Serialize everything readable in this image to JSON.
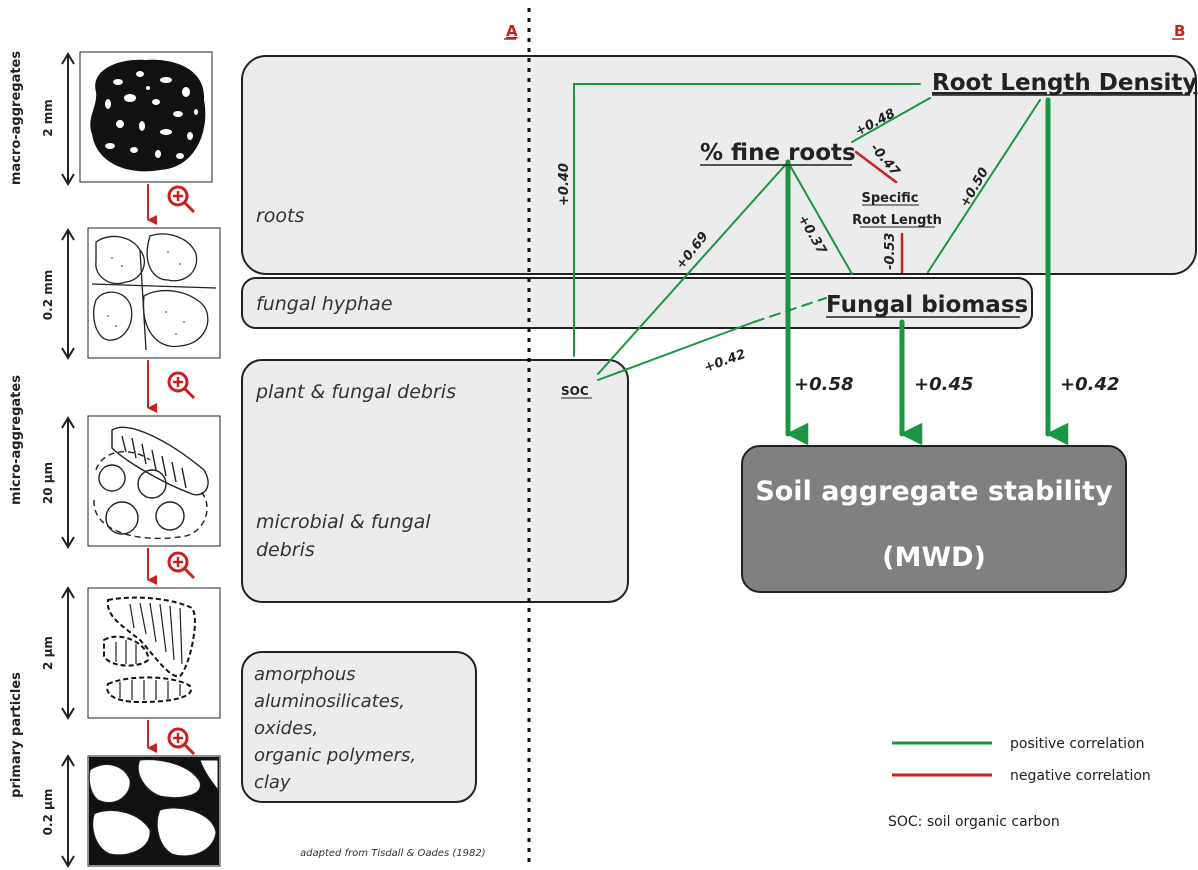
{
  "panels": {
    "a_label": "A",
    "b_label": "B",
    "accent_red": "#cc1f1f",
    "positive_green": "#1a9641",
    "negative_red": "#cc1f1f"
  },
  "scale": {
    "categories": [
      "macro-aggregates",
      "micro-aggregates",
      "primary particles"
    ],
    "sizes": [
      "2 mm",
      "0.2 mm",
      "20 µm",
      "2 µm",
      "0.2 µm"
    ]
  },
  "components": {
    "roots": "roots",
    "fungal_hyphae": "fungal hyphae",
    "debris_1": "plant & fungal debris",
    "debris_2a": "microbial & fungal",
    "debris_2b": "debris",
    "primary_1": "amorphous",
    "primary_2": "aluminosilicates,",
    "primary_3": "oxides,",
    "primary_4": "organic polymers,",
    "primary_5": "clay",
    "citation": "adapted from Tisdall & Oades (1982)"
  },
  "nodes": {
    "rld": "Root Length Density",
    "fine_roots": "% fine roots",
    "srl_1": "Specific",
    "srl_2": "Root Length",
    "fungal_biomass": "Fungal biomass",
    "soc": "SOC",
    "stability_1": "Soil aggregate stability",
    "stability_2": "(MWD)"
  },
  "coefficients": {
    "soc_rld": "+0.40",
    "fine_rld": "+0.48",
    "fine_srl": "-0.47",
    "rld_fungal": "+0.50",
    "fine_soc": "+0.69",
    "fine_fungal": "+0.37",
    "srl_fungal": "-0.53",
    "soc_fungal": "+0.42",
    "fine_stab": "+0.58",
    "fungal_stab": "+0.45",
    "rld_stab": "+0.42"
  },
  "legend": {
    "positive": "positive correlation",
    "negative": "negative correlation",
    "soc_note": "SOC: soil organic carbon"
  }
}
